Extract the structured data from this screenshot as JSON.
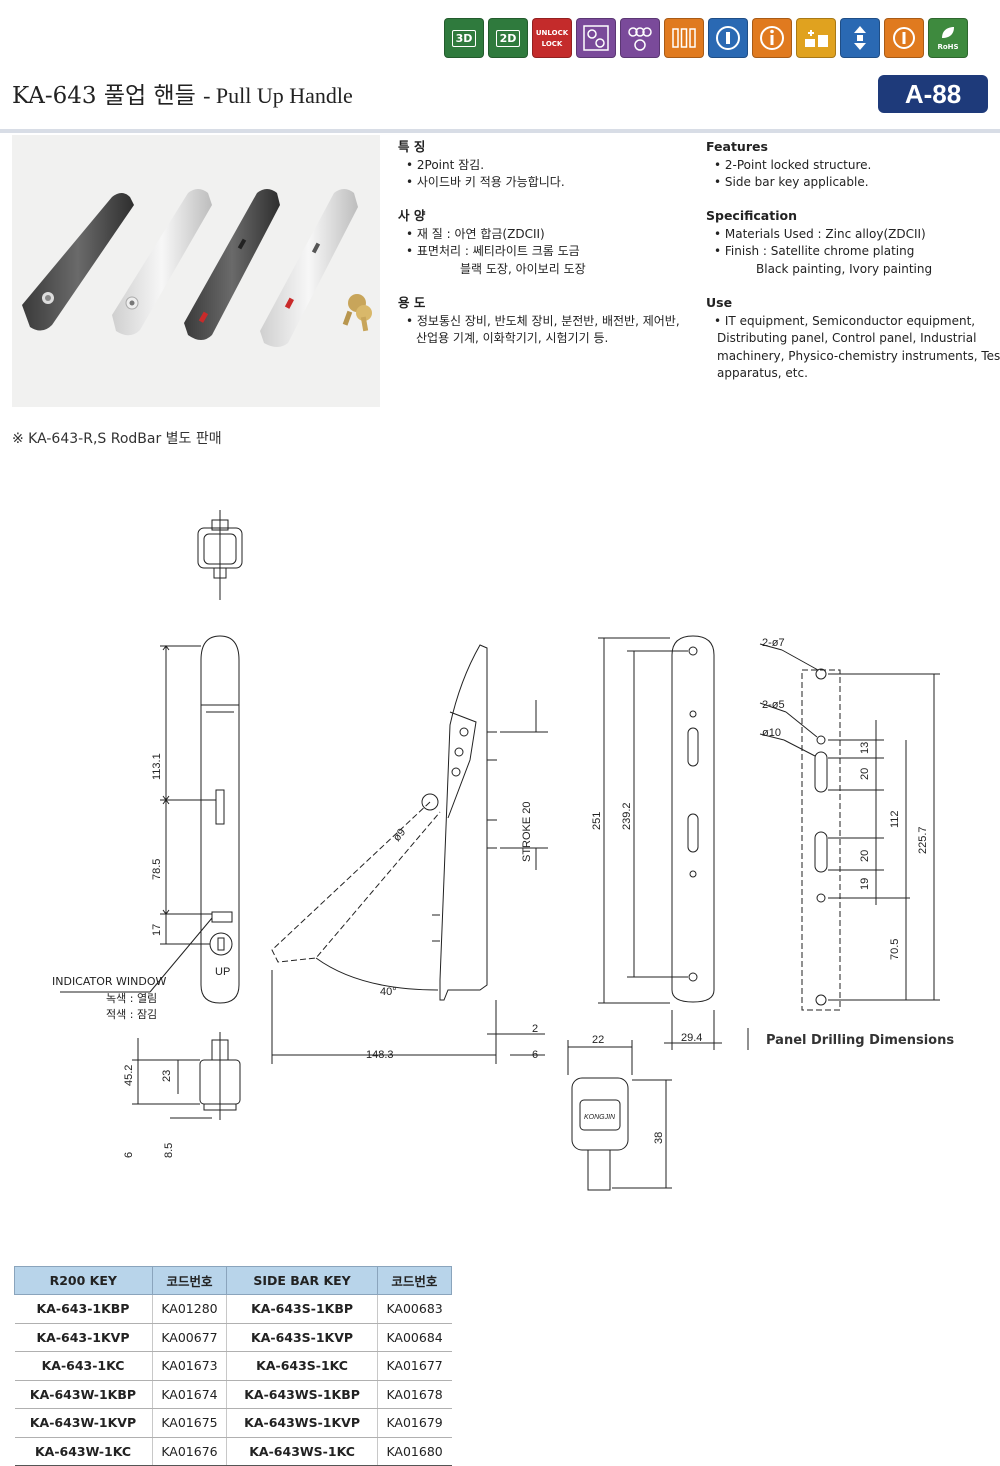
{
  "header": {
    "title_main": "KA-643 풀업 핸들",
    "title_sub": "- Pull Up Handle",
    "page_code": "A-88",
    "icons": [
      {
        "name": "3d-icon",
        "label": "3D",
        "color": "#2f7a3d"
      },
      {
        "name": "2d-icon",
        "label": "2D",
        "color": "#2f7a3d"
      },
      {
        "name": "unlock-lock-icon",
        "label": "UNLOCK",
        "label2": "LOCK",
        "color": "#c42b2b"
      },
      {
        "name": "key-type-icon",
        "label": "",
        "color": "#7a4a9a"
      },
      {
        "name": "master-key-icon",
        "label": "",
        "color": "#7a4a9a"
      },
      {
        "name": "key-set-icon",
        "label": "",
        "color": "#e07a1f"
      },
      {
        "name": "keyhole-icon",
        "label": "",
        "color": "#2a69b3"
      },
      {
        "name": "info-icon",
        "label": "",
        "color": "#e07a1f"
      },
      {
        "name": "lock-add-icon",
        "label": "",
        "color": "#e0a21f"
      },
      {
        "name": "up-down-icon",
        "label": "",
        "color": "#2a69b3"
      },
      {
        "name": "rotate-icon",
        "label": "",
        "color": "#e07a1f"
      },
      {
        "name": "rohs-icon",
        "label": "RoHS",
        "color": "#3e8a3e"
      }
    ]
  },
  "features_ko": {
    "heading": "특 징",
    "items": [
      "• 2Point 잠김.",
      "• 사이드바 키 적용 가능합니다."
    ]
  },
  "spec_ko": {
    "heading": "사 양",
    "items": [
      "• 재 질 : 아연 합금(ZDCII)",
      "• 표면처리 : 쎄티라이트 크롬 도금",
      "블랙 도장, 아이보리 도장"
    ]
  },
  "use_ko": {
    "heading": "용 도",
    "items": [
      "• 정보통신 장비, 반도체 장비, 분전반, 배전반, 제어반,",
      "산업용 기계, 이화학기기, 시험기기 등."
    ]
  },
  "features_en": {
    "heading": "Features",
    "items": [
      "• 2-Point locked structure.",
      "• Side bar key applicable."
    ]
  },
  "spec_en": {
    "heading": "Specification",
    "items": [
      "• Materials Used : Zinc alloy(ZDCII)",
      "• Finish : Satellite chrome plating",
      "Black painting, Ivory painting"
    ]
  },
  "use_en": {
    "heading": "Use",
    "items": [
      "• IT equipment, Semiconductor equipment,",
      "Distributing panel, Control panel, Industrial",
      "machinery, Physico-chemistry instruments, Testing",
      "apparatus, etc."
    ]
  },
  "note": "※ KA-643-R,S RodBar 별도 판매",
  "drawing": {
    "dims_front": [
      "113.1",
      "78.5",
      "17",
      "45.2",
      "23",
      "6",
      "8.5"
    ],
    "indicator_label": "INDICATOR WINDOW",
    "indicator_green": "녹색 : 열림",
    "indicator_red": "적색 : 잠김",
    "dims_side": [
      "ø9",
      "40°",
      "148.3",
      "STROKE 20",
      "2",
      "6"
    ],
    "dims_back": [
      "251",
      "239.2",
      "29.4",
      "22",
      "38"
    ],
    "dims_panel": [
      "2-ø7",
      "2-ø5",
      "ø10",
      "13",
      "20",
      "112",
      "20",
      "19",
      "225.7",
      "70.5"
    ],
    "panel_caption": "Panel Drilling Dimensions",
    "key_brand": "KONGJIN",
    "handle_mark": "UP"
  },
  "table": {
    "headers": [
      "R200 KEY",
      "코드번호",
      "SIDE BAR KEY",
      "코드번호"
    ],
    "rows": [
      [
        "KA-643-1KBP",
        "KA01280",
        "KA-643S-1KBP",
        "KA00683"
      ],
      [
        "KA-643-1KVP",
        "KA00677",
        "KA-643S-1KVP",
        "KA00684"
      ],
      [
        "KA-643-1KC",
        "KA01673",
        "KA-643S-1KC",
        "KA01677"
      ],
      [
        "KA-643W-1KBP",
        "KA01674",
        "KA-643WS-1KBP",
        "KA01678"
      ],
      [
        "KA-643W-1KVP",
        "KA01675",
        "KA-643WS-1KVP",
        "KA01679"
      ],
      [
        "KA-643W-1KC",
        "KA01676",
        "KA-643WS-1KC",
        "KA01680"
      ]
    ]
  }
}
